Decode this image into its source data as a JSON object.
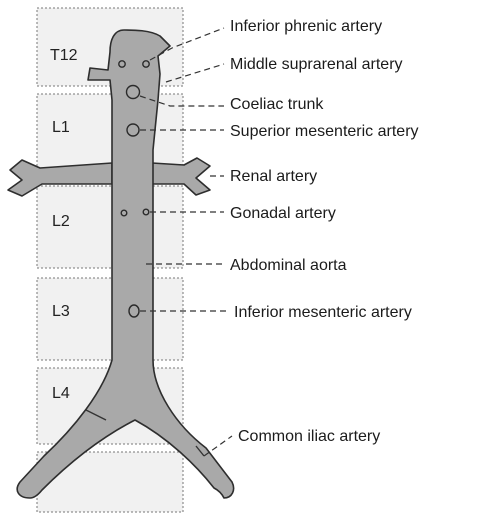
{
  "vertebrae": [
    {
      "id": "t12",
      "label": "T12"
    },
    {
      "id": "l1",
      "label": "L1"
    },
    {
      "id": "l2",
      "label": "L2"
    },
    {
      "id": "l3",
      "label": "L3"
    },
    {
      "id": "l4",
      "label": "L4"
    }
  ],
  "labels": {
    "inferior_phrenic": "Inferior phrenic artery",
    "middle_suprarenal": "Middle suprarenal artery",
    "coeliac_trunk": "Coeliac trunk",
    "superior_mesenteric": "Superior mesenteric artery",
    "renal": "Renal artery",
    "gonadal": "Gonadal artery",
    "abdominal_aorta": "Abdominal aorta",
    "inferior_mesenteric": "Inferior mesenteric artery",
    "common_iliac": "Common iliac artery"
  },
  "colors": {
    "vessel_fill": "#a9a9a9",
    "vessel_stroke": "#2e2e2e",
    "vertebra_fill": "#f1f1f1",
    "text": "#1b1b1b"
  }
}
